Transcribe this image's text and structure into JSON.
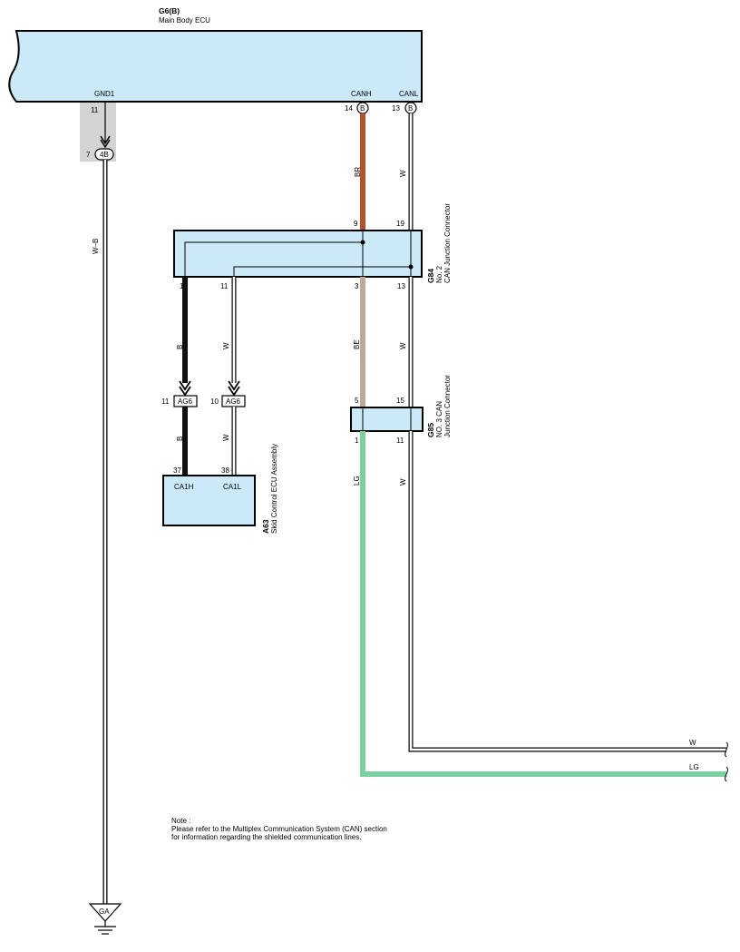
{
  "colors": {
    "component_fill": "#cce9f8",
    "wire_brown": "#b5522e",
    "wire_beige": "#bfa996",
    "wire_green": "#7ccfa0",
    "wire_black": "#111111",
    "shield_gray": "#d4d4d4"
  },
  "main_ecu": {
    "code": "G6(B)",
    "name": "Main Body ECU",
    "pins": {
      "gnd1": {
        "label": "GND1",
        "number": "11"
      },
      "canh": {
        "label": "CANH",
        "number": "14",
        "connector": "B"
      },
      "canl": {
        "label": "CANL",
        "number": "13",
        "connector": "B"
      }
    }
  },
  "ground_connector": {
    "pin": "7",
    "code": "4B"
  },
  "junction_g84": {
    "code": "G84",
    "name_line1": "No. 2",
    "name_line2": "CAN Junction Connector",
    "pins_top": {
      "left": "9",
      "right": "19"
    },
    "pins_bottom": {
      "p1": "1",
      "p2": "11",
      "p3": "3",
      "p4": "13"
    }
  },
  "junction_g85": {
    "code": "G85",
    "name_line1": "NO. 3 CAN",
    "name_line2": "Junction Connector",
    "pins_top": {
      "left": "5",
      "right": "15"
    },
    "pins_bottom": {
      "left": "1",
      "right": "11"
    }
  },
  "connector_ag6": {
    "code": "AG6",
    "pin_left": "11",
    "pin_right": "10"
  },
  "skid_ecu": {
    "code": "A63",
    "name": "Skid Control ECU Assembly",
    "pins": {
      "left": {
        "number": "37",
        "label": "CA1H"
      },
      "right": {
        "number": "38",
        "label": "CA1L"
      }
    }
  },
  "wire_labels": {
    "wb": "W–B",
    "br": "BR",
    "w": "W",
    "b": "B",
    "be": "BE",
    "lg": "LG"
  },
  "ground_point": "GA",
  "note": {
    "title": "Note :",
    "line1": "Please refer to the Multiplex Communication System (CAN) section",
    "line2": "for information regarding the shielded communication lines."
  }
}
